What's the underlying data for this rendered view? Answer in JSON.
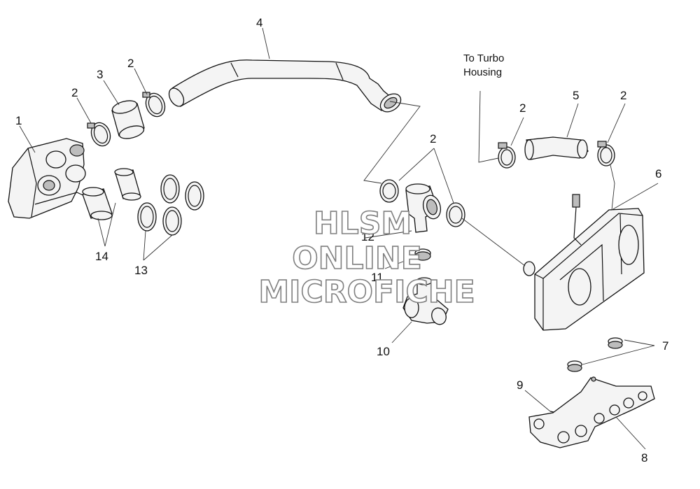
{
  "callouts": {
    "c1": "1",
    "c2": "2",
    "c3": "3",
    "c4": "4",
    "c5": "5",
    "c6": "6",
    "c7": "7",
    "c8": "8",
    "c9": "9",
    "c10": "10",
    "c11": "11",
    "c12": "12",
    "c13": "13",
    "c14": "14"
  },
  "note": {
    "line1": "To Turbo",
    "line2": "Housing"
  },
  "watermark": {
    "line1": "HLSM",
    "line2": "ONLINE",
    "line3": "MICROFICHE"
  },
  "colors": {
    "line": "#111111",
    "watermark_outline": "#7f7f7f"
  }
}
